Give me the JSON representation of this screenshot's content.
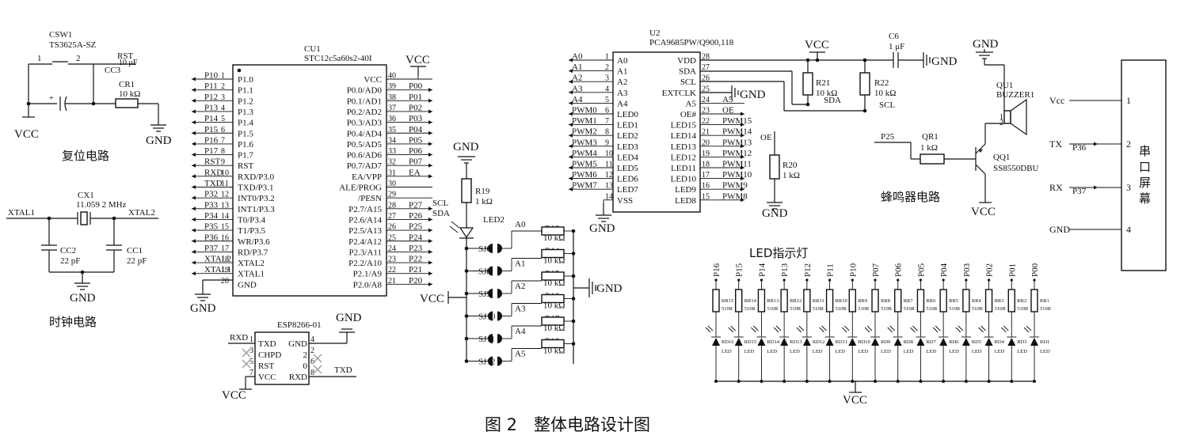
{
  "reset": {
    "switch_ref": "CSW1",
    "switch_part": "TS3625A-SZ",
    "pin1": "1",
    "pin2": "2",
    "rst": "RST",
    "cap_value": "10 μF",
    "cap_ref": "CC3",
    "res_ref": "CR1",
    "res_value": "10 kΩ",
    "vcc": "VCC",
    "gnd": "GND",
    "caption": "复位电路"
  },
  "clock": {
    "xtal1": "XTAL1",
    "xtal2": "XTAL2",
    "crystal_ref": "CX1",
    "crystal_value": "11.059 2 MHz",
    "cap2_ref": "CC2",
    "cap2_value": "22 pF",
    "cap1_ref": "CC1",
    "cap1_value": "22 pF",
    "gnd": "GND",
    "caption": "时钟电路"
  },
  "mcu": {
    "ref": "CU1",
    "part": "STC12c5a60s2-40I",
    "vcc_label": "VCC",
    "gnd_label": "GND",
    "left_pins": [
      {
        "net": "P10",
        "num": "1",
        "name": "P1.0"
      },
      {
        "net": "P11",
        "num": "2",
        "name": "P1.1"
      },
      {
        "net": "P12",
        "num": "3",
        "name": "P1.2"
      },
      {
        "net": "P13",
        "num": "4",
        "name": "P1.3"
      },
      {
        "net": "P14",
        "num": "5",
        "name": "P1.4"
      },
      {
        "net": "P15",
        "num": "6",
        "name": "P1.5"
      },
      {
        "net": "P16",
        "num": "7",
        "name": "P1.6"
      },
      {
        "net": "P17",
        "num": "8",
        "name": "P1.7"
      },
      {
        "net": "RST",
        "num": "9",
        "name": "RST"
      },
      {
        "net": "RXD",
        "num": "10",
        "name": "RXD/P3.0"
      },
      {
        "net": "TXD",
        "num": "11",
        "name": "TXD/P3.1"
      },
      {
        "net": "P32",
        "num": "12",
        "name": "INT0/P3.2"
      },
      {
        "net": "P33",
        "num": "13",
        "name": "INT1/P3.3"
      },
      {
        "net": "P34",
        "num": "14",
        "name": "T0/P3.4"
      },
      {
        "net": "P35",
        "num": "15",
        "name": "T1/P3.5"
      },
      {
        "net": "P36",
        "num": "16",
        "name": "WR/P3.6"
      },
      {
        "net": "P37",
        "num": "17",
        "name": "RD/P3.7"
      },
      {
        "net": "XTAL2",
        "num": "18",
        "name": "XTAL2"
      },
      {
        "net": "XTAL1",
        "num": "19",
        "name": "XTAL1"
      },
      {
        "net": "",
        "num": "20",
        "name": "GND"
      }
    ],
    "right_pins": [
      {
        "net": "",
        "num": "40",
        "name": "VCC"
      },
      {
        "net": "P00",
        "num": "39",
        "name": "P0.0/AD0"
      },
      {
        "net": "P01",
        "num": "38",
        "name": "P0.1/AD1"
      },
      {
        "net": "P02",
        "num": "37",
        "name": "P0.2/AD2"
      },
      {
        "net": "P03",
        "num": "36",
        "name": "P0.3/AD3"
      },
      {
        "net": "P04",
        "num": "35",
        "name": "P0.4/AD4"
      },
      {
        "net": "P05",
        "num": "34",
        "name": "P0.5/AD5"
      },
      {
        "net": "P06",
        "num": "33",
        "name": "P0.6/AD6"
      },
      {
        "net": "P07",
        "num": "32",
        "name": "P0.7/AD7"
      },
      {
        "net": "EA",
        "num": "31",
        "name": "EA/VPP"
      },
      {
        "net": "",
        "num": "30",
        "name": "ALE/PROG"
      },
      {
        "net": "",
        "num": "29",
        "name": "/PESN"
      },
      {
        "net": "P27",
        "num": "28",
        "name": "P2.7/A15"
      },
      {
        "net": "P26",
        "num": "27",
        "name": "P2.6/A14"
      },
      {
        "net": "P25",
        "num": "26",
        "name": "P2.5/A13"
      },
      {
        "net": "P24",
        "num": "25",
        "name": "P2.4/A12"
      },
      {
        "net": "P23",
        "num": "24",
        "name": "P2.3/A11"
      },
      {
        "net": "P22",
        "num": "23",
        "name": "P2.2/A10"
      },
      {
        "net": "P21",
        "num": "22",
        "name": "P2.1/A9"
      },
      {
        "net": "P20",
        "num": "21",
        "name": "P2.0/A8"
      }
    ],
    "scl_label": "SCL",
    "sda_label": "SDA"
  },
  "esp": {
    "ref": "ESP8266-01",
    "gnd": "GND",
    "vcc": "VCC",
    "rxd_net": "RXD",
    "txd_net": "TXD",
    "left_pins": [
      {
        "num": "1",
        "name": "TXD"
      },
      {
        "num": "3",
        "name": "CHPD"
      },
      {
        "num": "5",
        "name": "RST"
      },
      {
        "num": "7",
        "name": "VCC"
      }
    ],
    "right_pins": [
      {
        "num": "4",
        "name": "GND"
      },
      {
        "num": "2",
        "name": "2"
      },
      {
        "num": "6",
        "name": "0"
      },
      {
        "num": "8",
        "name": "RXD"
      }
    ]
  },
  "addr": {
    "gnd": "GND",
    "vcc": "VCC",
    "res_ref": "R19",
    "res_value": "1 kΩ",
    "led": "LED2",
    "a0": "A0",
    "rows": [
      {
        "jumper": "SJ6",
        "res": "R13",
        "value": "10 kΩ",
        "net": "A0"
      },
      {
        "jumper": "SJ8",
        "res": "R14",
        "value": "10 kΩ",
        "net": "A1"
      },
      {
        "jumper": "SJ9",
        "res": "R15",
        "value": "10 kΩ",
        "net": "A2"
      },
      {
        "jumper": "SJ10",
        "res": "R16",
        "value": "10 kΩ",
        "net": "A3"
      },
      {
        "jumper": "SJ11",
        "res": "R17",
        "value": "10 kΩ",
        "net": "A4"
      },
      {
        "jumper": "SJ12",
        "res": "R18",
        "value": "10 kΩ",
        "net": "A5"
      }
    ]
  },
  "pca": {
    "ref": "U2",
    "part": "PCA9685PW/Q900,118",
    "left_pins": [
      {
        "net": "A0",
        "num": "1",
        "name": "A0"
      },
      {
        "net": "A1",
        "num": "2",
        "name": "A1"
      },
      {
        "net": "A2",
        "num": "3",
        "name": "A2"
      },
      {
        "net": "A3",
        "num": "4",
        "name": "A3"
      },
      {
        "net": "A4",
        "num": "5",
        "name": "A4"
      },
      {
        "net": "PWM0",
        "num": "6",
        "name": "LED0"
      },
      {
        "net": "PWM1",
        "num": "7",
        "name": "LED1"
      },
      {
        "net": "PWM2",
        "num": "8",
        "name": "LED2"
      },
      {
        "net": "PWM3",
        "num": "9",
        "name": "LED3"
      },
      {
        "net": "PWM4",
        "num": "10",
        "name": "LED4"
      },
      {
        "net": "PWM5",
        "num": "11",
        "name": "LED5"
      },
      {
        "net": "PWM6",
        "num": "12",
        "name": "LED6"
      },
      {
        "net": "PWM7",
        "num": "13",
        "name": "LED7"
      },
      {
        "net": "",
        "num": "14",
        "name": "VSS"
      }
    ],
    "right_pins": [
      {
        "net": "",
        "num": "28",
        "name": "VDD"
      },
      {
        "net": "",
        "num": "27",
        "name": "SDA"
      },
      {
        "net": "",
        "num": "26",
        "name": "SCL"
      },
      {
        "net": "",
        "num": "25",
        "name": "EXTCLK"
      },
      {
        "net": "A5",
        "num": "24",
        "name": "A5"
      },
      {
        "net": "OE",
        "num": "23",
        "name": "OE#"
      },
      {
        "net": "PWM15",
        "num": "22",
        "name": "LED15"
      },
      {
        "net": "PWM14",
        "num": "21",
        "name": "LED14"
      },
      {
        "net": "PWM13",
        "num": "20",
        "name": "LED13"
      },
      {
        "net": "PWM12",
        "num": "19",
        "name": "LED12"
      },
      {
        "net": "PWM11",
        "num": "18",
        "name": "LED11"
      },
      {
        "net": "PWM10",
        "num": "17",
        "name": "LED10"
      },
      {
        "net": "PWM9",
        "num": "16",
        "name": "LED9"
      },
      {
        "net": "PWM8",
        "num": "15",
        "name": "LED8"
      }
    ],
    "gnd": "GND",
    "vcc": "VCC",
    "gnd2": "GND",
    "gnd3": "GND",
    "r21": "R21",
    "r21_value": "10 kΩ",
    "sda": "SDA",
    "r22": "R22",
    "r22_value": "10 kΩ",
    "scl": "SCL",
    "c6": "C6",
    "c6_value": "1 μF",
    "oe": "OE",
    "r20": "R20",
    "r20_value": "1 kΩ"
  },
  "buzzer": {
    "gnd": "GND",
    "vcc": "VCC",
    "ref": "QU1",
    "part": "BUZZER1",
    "pin1": "1",
    "pin2": "2",
    "p25": "P25",
    "res_ref": "QR1",
    "res_value": "1 kΩ",
    "q_ref": "QQ1",
    "q_part": "SS8550DBU",
    "caption": "蜂鸣器电路"
  },
  "serial": {
    "rows": [
      {
        "label": "Vcc",
        "net": "",
        "num": "1"
      },
      {
        "label": "TX",
        "net": "P36",
        "num": "2"
      },
      {
        "label": "RX",
        "net": "P37",
        "num": "3"
      },
      {
        "label": "GND",
        "net": "",
        "num": "4"
      }
    ],
    "title_chars": [
      "串",
      "口",
      "屏",
      "幕"
    ]
  },
  "leds": {
    "title": "LED指示灯",
    "vcc": "VCC",
    "columns": [
      {
        "net": "P16",
        "res": "RR15",
        "res_val": "510R",
        "led": "RD16"
      },
      {
        "net": "P15",
        "res": "RR14",
        "res_val": "510R",
        "led": "RD15"
      },
      {
        "net": "P14",
        "res": "RR13",
        "res_val": "510R",
        "led": "RD14"
      },
      {
        "net": "P13",
        "res": "RR12",
        "res_val": "510R",
        "led": "RD13"
      },
      {
        "net": "P12",
        "res": "RR11",
        "res_val": "510R",
        "led": "RD12"
      },
      {
        "net": "P11",
        "res": "RR10",
        "res_val": "510R",
        "led": "RD11"
      },
      {
        "net": "P10",
        "res": "RR9",
        "res_val": "510R",
        "led": "RD10"
      },
      {
        "net": "P07",
        "res": "RR8",
        "res_val": "510R",
        "led": "RD9"
      },
      {
        "net": "P06",
        "res": "RR7",
        "res_val": "510R",
        "led": "RD8"
      },
      {
        "net": "P05",
        "res": "RR6",
        "res_val": "510R",
        "led": "RD7"
      },
      {
        "net": "P04",
        "res": "RR5",
        "res_val": "510R",
        "led": "RD6"
      },
      {
        "net": "P03",
        "res": "RR4",
        "res_val": "510R",
        "led": "RD5"
      },
      {
        "net": "P02",
        "res": "RR3",
        "res_val": "510R",
        "led": "RD4"
      },
      {
        "net": "P01",
        "res": "RR2",
        "res_val": "510R",
        "led": "RD3"
      },
      {
        "net": "P00",
        "res": "RR1",
        "res_val": "510R",
        "led": "RD1"
      }
    ],
    "led_word": "LED"
  },
  "figure": {
    "caption": "图 2　整体电路设计图"
  }
}
